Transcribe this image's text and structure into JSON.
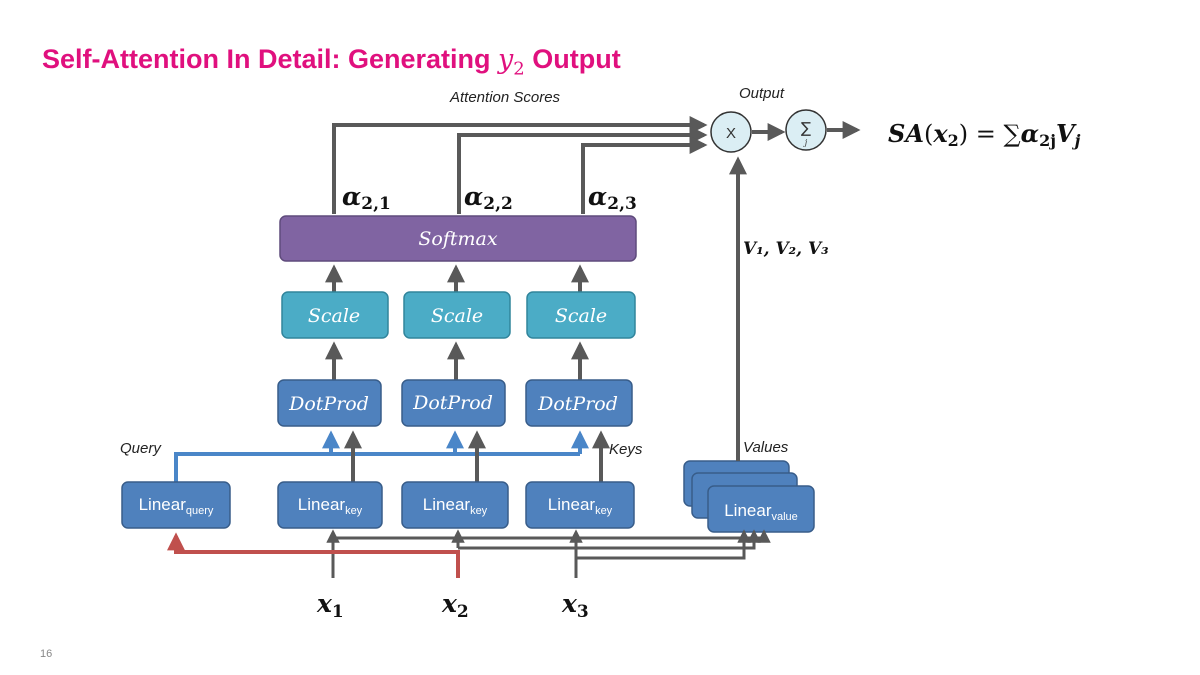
{
  "title": {
    "prefix": "Self-Attention In Detail: Generating ",
    "var": "y",
    "var_sub": "2",
    "suffix": " Output"
  },
  "slide_number": "16",
  "labels": {
    "attention_scores": "Attention Scores",
    "output": "Output",
    "query": "Query",
    "keys": "Keys",
    "values": "Values"
  },
  "softmax": "Softmax",
  "scale_boxes": [
    "Scale",
    "Scale",
    "Scale"
  ],
  "dotprod_boxes": [
    "DotProd",
    "DotProd",
    "DotProd"
  ],
  "linear": {
    "base": "Linear",
    "query_sub": "query",
    "key_sub": "key",
    "value_sub": "value"
  },
  "alphas": [
    {
      "base": "α",
      "sub": "2,1"
    },
    {
      "base": "α",
      "sub": "2,2"
    },
    {
      "base": "α",
      "sub": "2,3"
    }
  ],
  "inputs": [
    {
      "base": "x",
      "sub": "1"
    },
    {
      "base": "x",
      "sub": "2"
    },
    {
      "base": "x",
      "sub": "3"
    }
  ],
  "values_vec": "V₁, V₂, V₃",
  "multiply_symbol": "X",
  "sum_symbol": "∑",
  "sum_index": "j",
  "formula": {
    "lhs_base": "SA",
    "lhs_arg": "x",
    "lhs_arg_sub": "2",
    "rhs_prefix": "= ∑",
    "rhs_alpha": "α",
    "rhs_alpha_sub": "2j",
    "rhs_v": "V",
    "rhs_v_sub": "j"
  },
  "colors": {
    "title": "#e0107e",
    "softmax": "#8064a2",
    "scale": "#4bacc6",
    "linear": "#4f81bd",
    "query_line": "#4a86c8",
    "x2_line": "#c0504d",
    "arrow": "#595959",
    "circle_fill": "#dbeef4"
  }
}
